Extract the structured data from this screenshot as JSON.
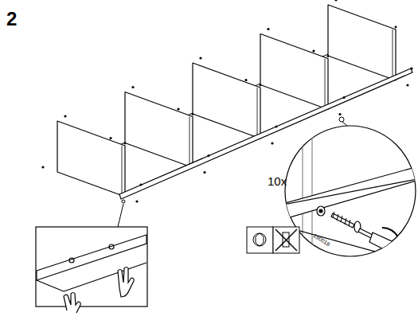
{
  "diagram": {
    "labels": [
      "2",
      "10x",
      "190018"
    ]
  }
}
